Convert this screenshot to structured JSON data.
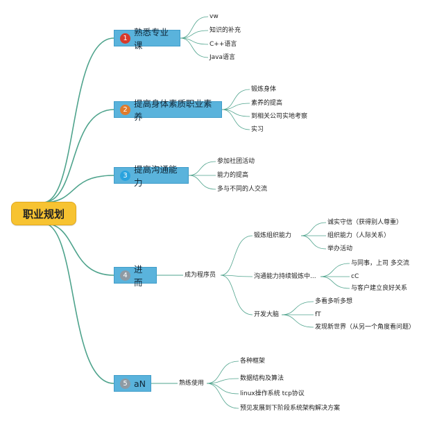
{
  "root": {
    "label": "职业规划"
  },
  "colors": {
    "root_fill": "#f7c331",
    "branch_fill": "#5ab3dc",
    "line": "#4ea38c"
  },
  "branches": [
    {
      "number": "1",
      "label": "熟悉专业课",
      "badge_color": "#d83a2b",
      "children": [
        "vw",
        "知识的补充",
        "C++语言",
        "Java语言"
      ]
    },
    {
      "number": "2",
      "label": "提高身体素质职业素养",
      "badge_color": "#e07b2c",
      "children": [
        "锻炼身体",
        "素养的提高",
        "到相关公司实地考察",
        "实习"
      ]
    },
    {
      "number": "3",
      "label": "提高沟通能力",
      "badge_color": "#2aa3de",
      "children": [
        "参加社团活动",
        "能力的提高",
        "多与不同的人交流"
      ]
    },
    {
      "number": "4",
      "label": "进而",
      "badge_color": "#8e9aa3",
      "child": "成为程序员",
      "groups": [
        {
          "label": "锻炼组织能力",
          "children": [
            "诚实守信（获得别人尊重）",
            "组织能力（人际关系）",
            "举办活动"
          ]
        },
        {
          "label": "沟通能力持续锻炼中...",
          "children": [
            "与同事，上司 多交流",
            "cC",
            "与客户建立良好关系"
          ]
        },
        {
          "label": "开发大脑",
          "children": [
            "多看多听多想",
            "fT",
            "发现新世界（从另一个角度看问题）"
          ]
        }
      ]
    },
    {
      "number": "5",
      "label": "aN",
      "badge_color": "#8e9aa3",
      "child": "熟练使用",
      "children": [
        "各种框架",
        "数据结构及算法",
        "linux操作系统 tcp协议",
        "预见发展到下阶段系统架构解决方案"
      ]
    }
  ]
}
